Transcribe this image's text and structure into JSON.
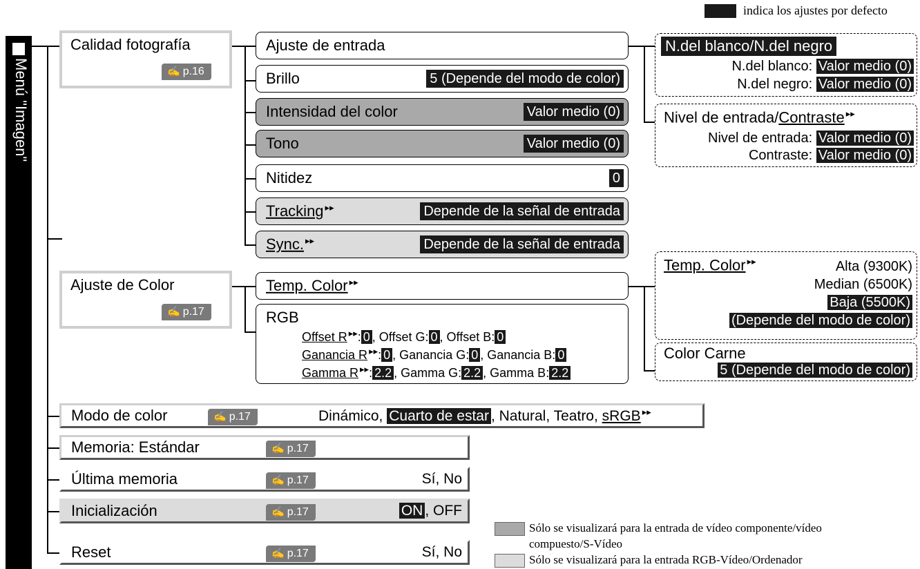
{
  "legend_top": {
    "text": "indica los ajustes por defecto"
  },
  "sidetab": {
    "label": "Menú \"Imagen\""
  },
  "calidad": {
    "label": "Calidad fotografía",
    "page": "p.16",
    "items": {
      "ajuste_entrada": {
        "label": "Ajuste de entrada"
      },
      "brillo": {
        "label": "Brillo",
        "value": "5 (Depende del modo de color)"
      },
      "intensidad": {
        "label": "Intensidad del color",
        "value": "Valor medio (0)"
      },
      "tono": {
        "label": "Tono",
        "value": "Valor medio (0)"
      },
      "nitidez": {
        "label": "Nitidez",
        "value": "0"
      },
      "tracking": {
        "label": "Tracking",
        "value": "Depende de la señal de entrada"
      },
      "sync": {
        "label": "Sync.",
        "value": "Depende de la señal de entrada"
      }
    }
  },
  "blanco_negro": {
    "title": "N.del blanco/N.del negro",
    "blanco_label": "N.del blanco:",
    "blanco_value": "Valor medio (0)",
    "negro_label": "N.del negro:",
    "negro_value": "Valor medio (0)"
  },
  "nivel_contraste": {
    "title_a": "Nivel de entrada/",
    "title_b": "Contraste",
    "nivel_label": "Nivel de entrada:",
    "nivel_value": "Valor medio (0)",
    "contraste_label": "Contraste:",
    "contraste_value": "Valor medio (0)"
  },
  "ajuste_color": {
    "label": "Ajuste de Color",
    "page": "p.17",
    "temp": {
      "label": "Temp. Color"
    },
    "rgb": {
      "title": "RGB",
      "offset_r": "Offset R",
      "offset_r_val": "0",
      "offset_g": ", Offset G:",
      "offset_g_val": "0",
      "offset_b": ", Offset B:",
      "offset_b_val": "0",
      "gan_r": "Ganancia R",
      "gan_r_val": "0",
      "gan_g": ", Ganancia G:",
      "gan_g_val": "0",
      "gan_b": ", Ganancia B:",
      "gan_b_val": "0",
      "gam_r": "Gamma R",
      "gam_r_val": "2.2",
      "gam_g": ", Gamma G:",
      "gam_g_val": "2.2",
      "gam_b": ", Gamma B:",
      "gam_b_val": "2.2"
    }
  },
  "temp_color_box": {
    "title": "Temp. Color",
    "alta": "Alta (9300K)",
    "median": "Median (6500K)",
    "baja": "Baja (5500K)",
    "depende": "(Depende del modo de color)"
  },
  "color_carne": {
    "title": "Color Carne",
    "value": "5 (Depende del modo de color)"
  },
  "modo_color": {
    "label": "Modo de color",
    "page": "p.17",
    "opt_a": "Dinámico,",
    "opt_default": "Cuarto de estar",
    "opt_b": ", Natural, Teatro,",
    "opt_srgb": "sRGB"
  },
  "memoria": {
    "label": "Memoria: Estándar",
    "page": "p.17"
  },
  "ultima": {
    "label": "Última memoria",
    "page": "p.17",
    "options": "Sí, No"
  },
  "inicializacion": {
    "label": "Inicialización",
    "page": "p.17",
    "opt_default": "ON",
    "opt_rest": ", OFF"
  },
  "reset": {
    "label": "Reset",
    "page": "p.17",
    "options": "Sí, No"
  },
  "legend_bottom": {
    "dark_text": "Sólo se visualizará para la entrada de vídeo componente/vídeo",
    "dark_text2": "compuesto/S-Vídeo",
    "light_text": "Sólo se visualizará para la entrada RGB-Vídeo/Ordenador"
  },
  "colors": {
    "dark_fill": "#a9a9a9",
    "light_fill": "#dcdcdc",
    "default_fill": "#1a1a1a",
    "badge": "#7a7a7a"
  }
}
